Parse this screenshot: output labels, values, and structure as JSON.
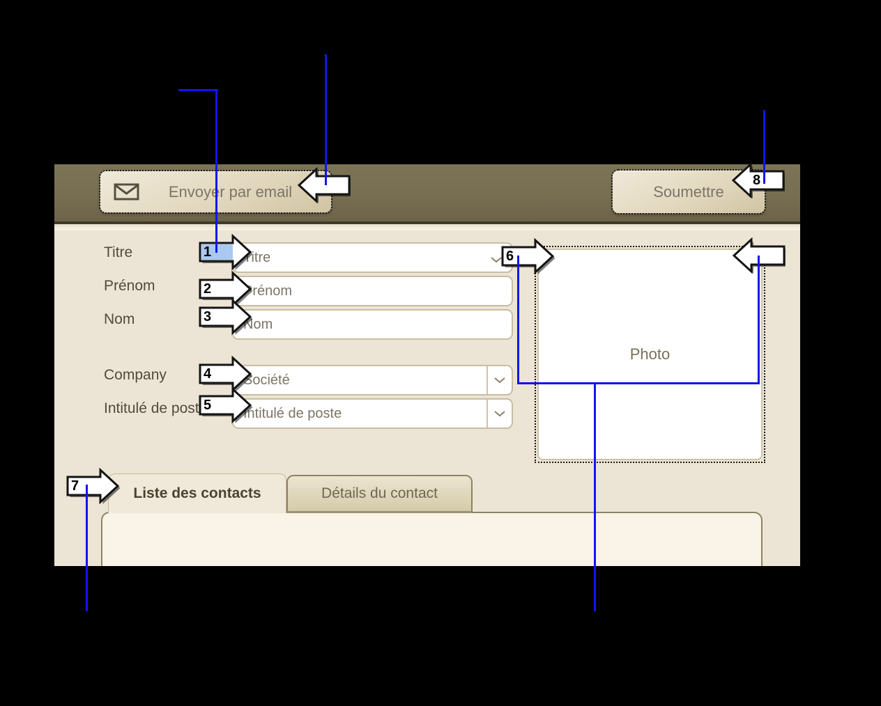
{
  "window": {
    "toolbar": {
      "email_button": {
        "label": "Envoyer par email",
        "icon": "envelope"
      },
      "submit_button": {
        "label": "Soumettre"
      }
    },
    "form": {
      "fields": [
        {
          "label": "Titre",
          "placeholder": "Titre",
          "type": "dropdown"
        },
        {
          "label": "Prénom",
          "placeholder": "Prénom",
          "type": "text"
        },
        {
          "label": "Nom",
          "placeholder": "Nom",
          "type": "text"
        },
        {
          "label": "Company",
          "placeholder": "Société",
          "type": "combobox"
        },
        {
          "label": "Intitulé de poste",
          "placeholder": "Intitulé de poste",
          "type": "combobox"
        }
      ],
      "photo": {
        "label": "Photo"
      }
    },
    "tabs": [
      {
        "label": "Liste des contacts",
        "active": true
      },
      {
        "label": "Détails du contact",
        "active": false
      }
    ]
  },
  "annotations": {
    "numbers": [
      "1",
      "2",
      "3",
      "4",
      "5",
      "6",
      "7",
      "8"
    ],
    "line_color": "#1414ee",
    "highlight_color": "#a9c9f0"
  }
}
